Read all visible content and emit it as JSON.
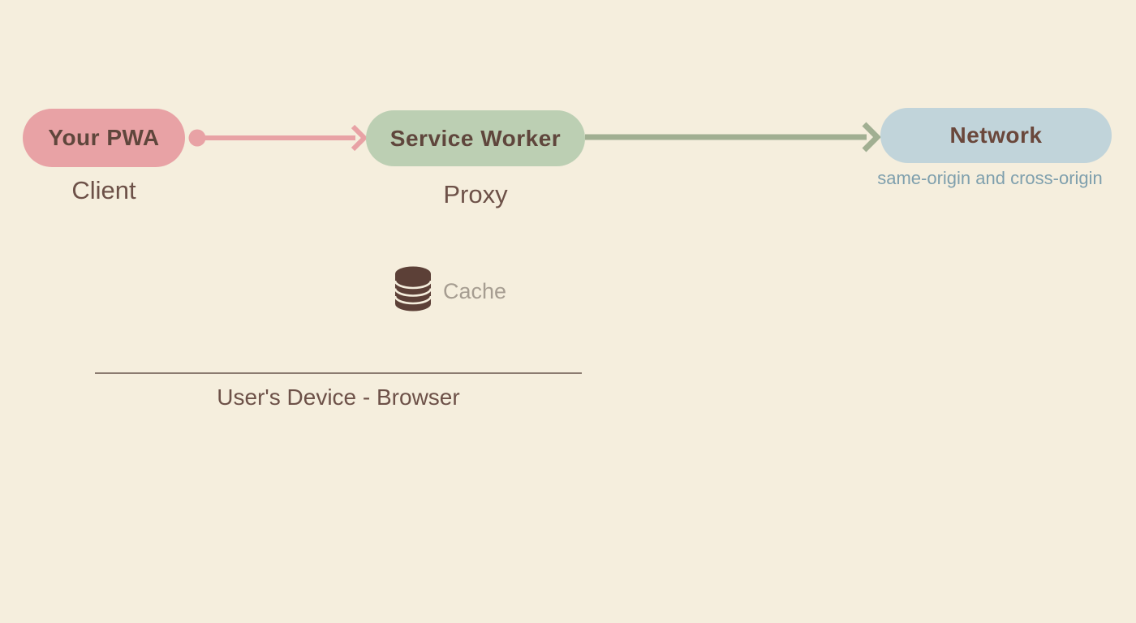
{
  "canvas": {
    "background_color": "#f5eedd"
  },
  "nodes": {
    "pwa": {
      "label": "Your PWA",
      "caption": "Client",
      "fill": "#e8a2a5",
      "text_color": "#5f463c"
    },
    "service_worker": {
      "label": "Service Worker",
      "caption": "Proxy",
      "fill": "#bccfb3",
      "text_color": "#5f463c"
    },
    "network": {
      "label": "Network",
      "caption": "same-origin and cross-origin",
      "fill": "#c1d4da",
      "text_color": "#6a473b",
      "caption_color": "#7e9fad"
    }
  },
  "arrows": {
    "pwa_to_service_worker": {
      "color": "#e8a2a5"
    },
    "service_worker_to_network": {
      "color": "#a1af92"
    }
  },
  "cache": {
    "label": "Cache",
    "icon": "database-icon",
    "icon_color": "#5c4037",
    "icon_gap_color": "#f5eedd",
    "label_color": "#a69d91"
  },
  "boundary": {
    "label": "User's Device - Browser",
    "line_color": "#8b7b70",
    "text_color": "#6d5148"
  }
}
